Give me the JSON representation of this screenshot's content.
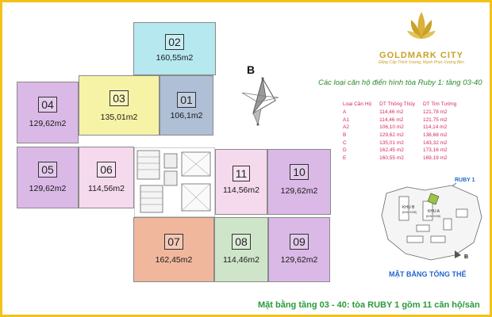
{
  "brand": {
    "name": "GOLDMARK CITY",
    "slogan": "Đẳng Cấp Thịnh Vượng, Mạnh Phúc Vượng Bền",
    "colors": {
      "gold": "#c9a227",
      "frame": "#f2c21b"
    }
  },
  "heading": "Các loại căn hộ điển hình tòa Ruby 1: tầng 03-40",
  "compass_label": "B",
  "units": [
    {
      "number": "02",
      "area": "160,55m2",
      "color": "#b6e8f0"
    },
    {
      "number": "03",
      "area": "135,01m2",
      "color": "#f7f3a6"
    },
    {
      "number": "01",
      "area": "106,1m2",
      "color": "#aebfd6"
    },
    {
      "number": "04",
      "area": "129,62m2",
      "color": "#dab9e6"
    },
    {
      "number": "05",
      "area": "129,62m2",
      "color": "#dab9e6"
    },
    {
      "number": "06",
      "area": "114,56m2",
      "color": "#f5d9ec"
    },
    {
      "number": "11",
      "area": "114,56m2",
      "color": "#f5d9ec"
    },
    {
      "number": "10",
      "area": "129,62m2",
      "color": "#dab9e6"
    },
    {
      "number": "07",
      "area": "162,45m2",
      "color": "#f0b79d"
    },
    {
      "number": "08",
      "area": "114,46m2",
      "color": "#cfe5c9"
    },
    {
      "number": "09",
      "area": "129,62m2",
      "color": "#dab9e6"
    }
  ],
  "unit_types": {
    "headers": [
      "Loại Căn Hộ",
      "DT Thông Thủy",
      "DT Tim Tường"
    ],
    "rows": [
      [
        "A",
        "114,46 m2",
        "121,78 m2"
      ],
      [
        "A1",
        "114,46 m2",
        "121,75 m2"
      ],
      [
        "A2",
        "106,10 m2",
        "114,14 m2"
      ],
      [
        "B",
        "129,62 m2",
        "138,68 m2"
      ],
      [
        "C",
        "135,01 m2",
        "143,32 m2"
      ],
      [
        "D",
        "162,45 m2",
        "173,16 m2"
      ],
      [
        "E",
        "160,55 m2",
        "169,19 m2"
      ]
    ]
  },
  "site_plan": {
    "title": "MẶT BẰNG TỔNG THỂ",
    "ruby_label": "RUBY 1",
    "zone_a": "KHU A",
    "zone_b": "KHU B",
    "zone_sub": "(KHU KOD)",
    "north": "B"
  },
  "footer": "Mặt bằng tầng 03 - 40:  tòa RUBY 1 gồm 11 căn hộ/sàn"
}
